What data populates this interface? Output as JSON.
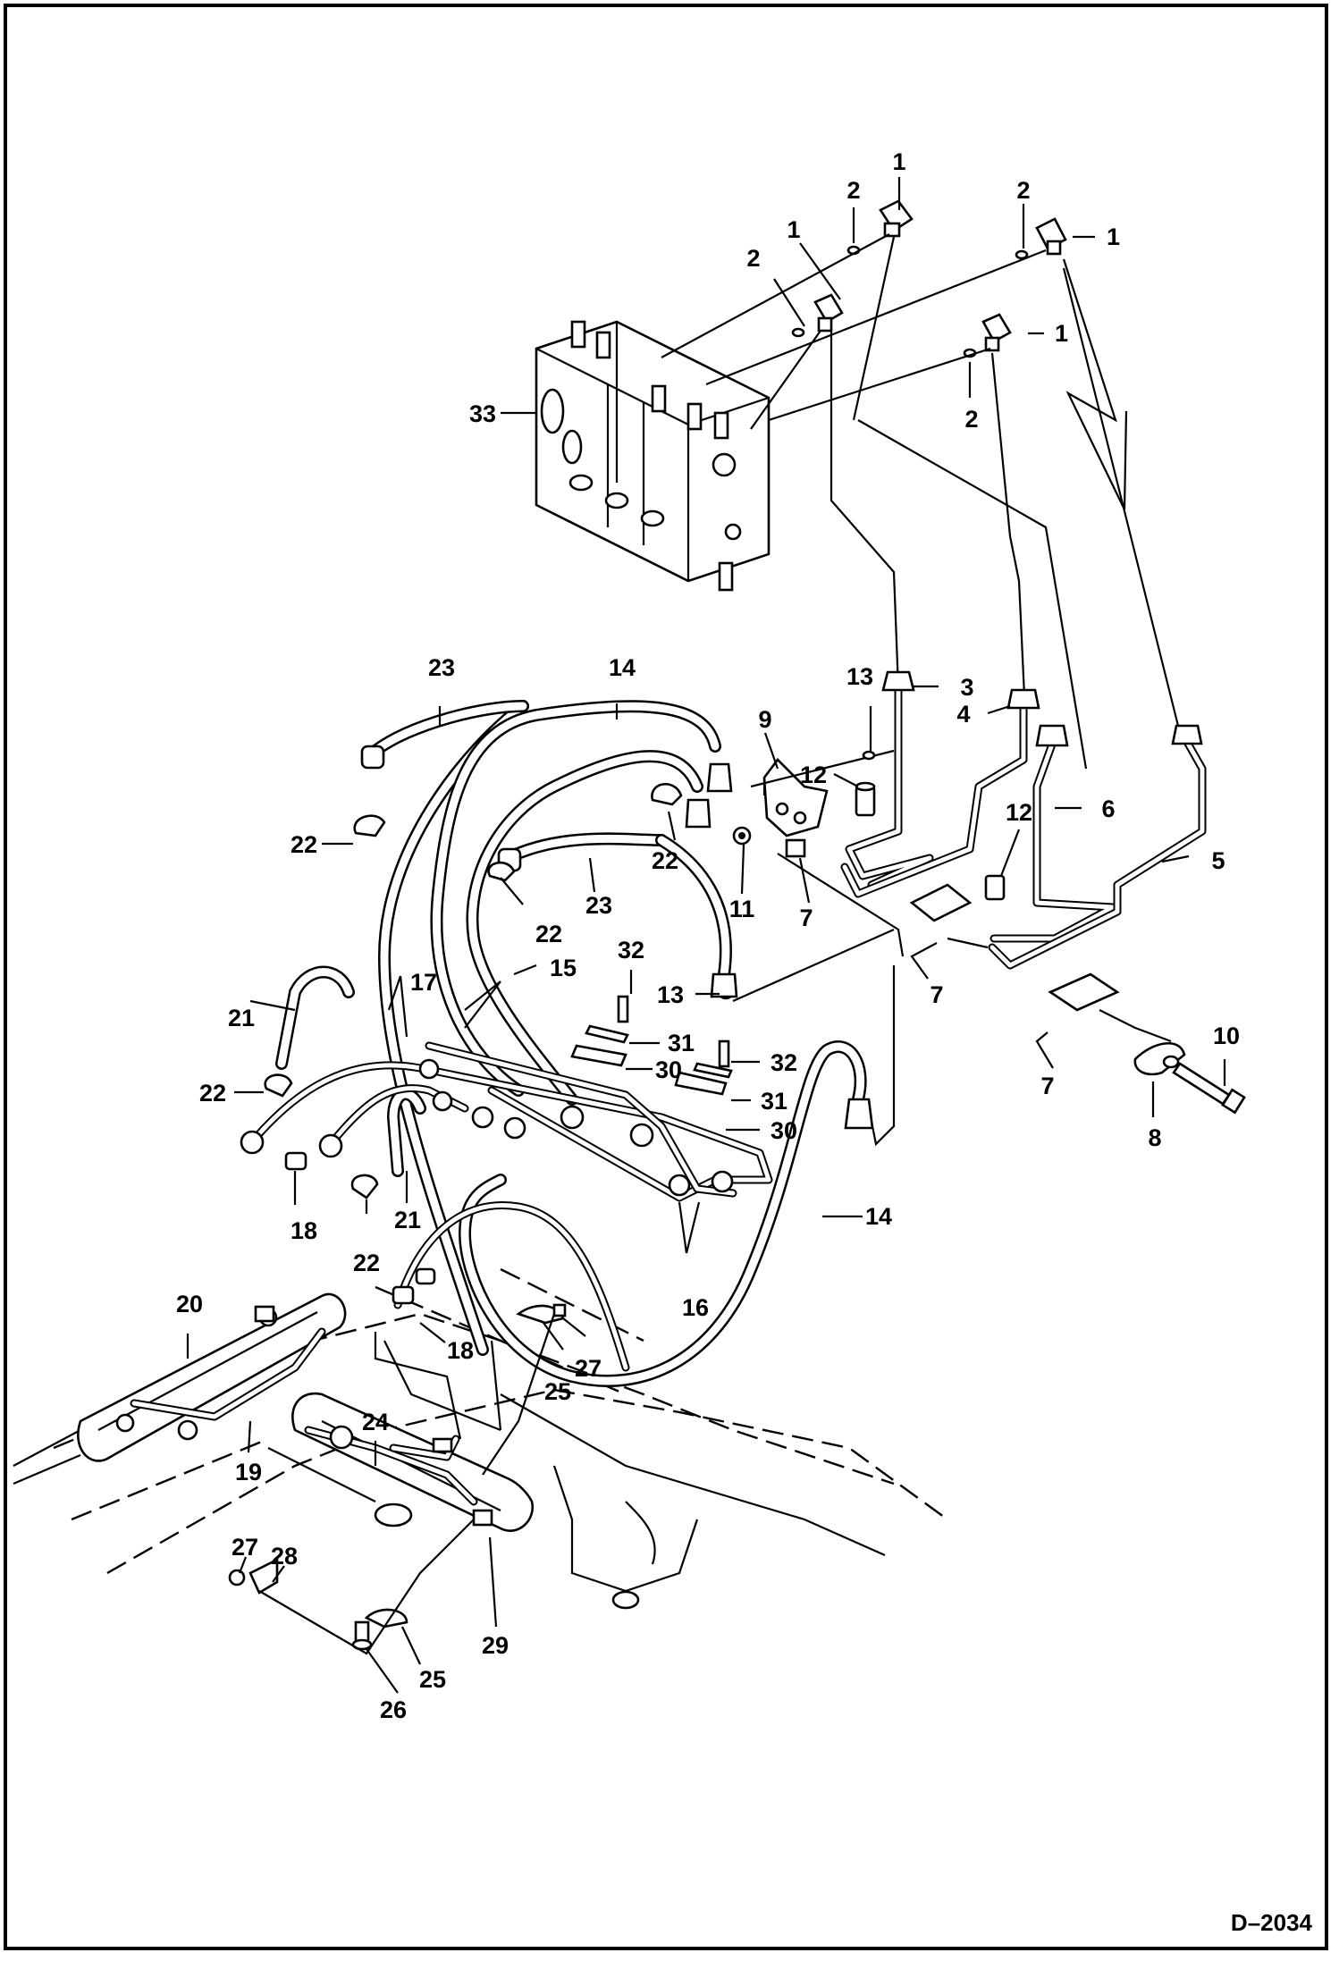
{
  "drawing_number": "D–2034",
  "callouts": {
    "c1a": "1",
    "c1b": "1",
    "c1c": "1",
    "c1d": "1",
    "c2a": "2",
    "c2b": "2",
    "c2c": "2",
    "c2d": "2",
    "c3": "3",
    "c4": "4",
    "c5": "5",
    "c6": "6",
    "c7a": "7",
    "c7b": "7",
    "c7c": "7",
    "c8": "8",
    "c9": "9",
    "c10": "10",
    "c11": "11",
    "c12a": "12",
    "c12b": "12",
    "c13a": "13",
    "c13b": "13",
    "c14a": "14",
    "c14b": "14",
    "c15": "15",
    "c16": "16",
    "c17": "17",
    "c18a": "18",
    "c18b": "18",
    "c19": "19",
    "c20": "20",
    "c21a": "21",
    "c21b": "21",
    "c22a": "22",
    "c22b": "22",
    "c22c": "22",
    "c22d": "22",
    "c22e": "22",
    "c23a": "23",
    "c23b": "23",
    "c24": "24",
    "c25a": "25",
    "c25b": "25",
    "c26": "26",
    "c27a": "27",
    "c27b": "27",
    "c28": "28",
    "c29": "29",
    "c30a": "30",
    "c30b": "30",
    "c31a": "31",
    "c31b": "31",
    "c32a": "32",
    "c32b": "32",
    "c33": "33"
  }
}
